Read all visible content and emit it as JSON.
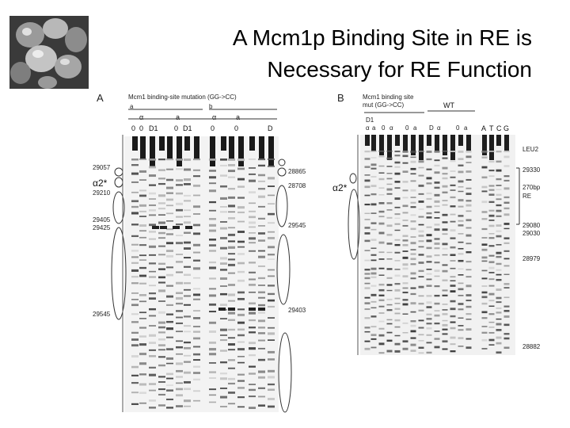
{
  "slide": {
    "title_line1": "A Mcm1p Binding Site in RE is",
    "title_line2": "Necessary for RE Function"
  },
  "thumbnail": {
    "icon": "yeast-cells-micrograph"
  },
  "panel_a": {
    "letter": "A",
    "header": "Mcm1 binding-site mutation (GG->CC)",
    "sub_a": "a",
    "sub_b": "b",
    "lane_groups": [
      "α",
      "a",
      "α",
      "a"
    ],
    "lane_labels": [
      "0",
      "0",
      "D1",
      "0",
      "D1",
      "0",
      "0",
      "D"
    ],
    "left_coords": [
      "29057",
      "29210",
      "29405",
      "29425",
      "29545"
    ],
    "right_coords": [
      "28865",
      "28708",
      "29545",
      "29403"
    ],
    "alpha2_label": "α2*"
  },
  "panel_b": {
    "letter": "B",
    "header_line1": "Mcm1 binding site",
    "header_line2": "mut (GG->CC)",
    "wt_label": "WT",
    "d1_label": "D1",
    "lane_labels": [
      "α",
      "a",
      "0",
      "α",
      "0",
      "a",
      "D",
      "α",
      "0",
      "a"
    ],
    "sequence_lanes": [
      "A",
      "T",
      "C",
      "G"
    ],
    "right_labels": [
      "LEU2",
      "29330",
      "270bp",
      "RE",
      "29080",
      "29030",
      "28979",
      "28882"
    ],
    "alpha2_label": "α2*"
  }
}
